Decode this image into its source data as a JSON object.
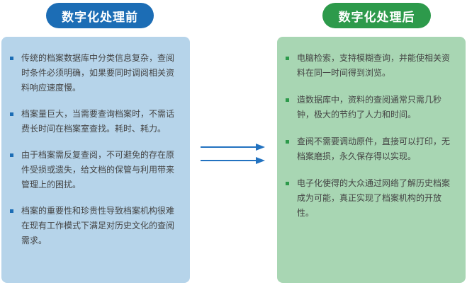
{
  "colors": {
    "before_accent": "#1c6db5",
    "before_panel": "#b6d4ea",
    "after_accent": "#2d9a4b",
    "after_panel": "#a8d6b3",
    "arrow": "#2272c0"
  },
  "before": {
    "title": "数字化处理前",
    "items": [
      "传统的档案数据库中分类信息复杂，查阅时条件必须明确，如果要同时调阅相关资料响应速度慢。",
      "档案量巨大，当需要查询档案时，不需话费长时间在档案室查找。耗时、耗力。",
      "由于档案需反复查阅，不可避免的存在原件受损或遗失，给文档的保管与利用带来管理上的困扰。",
      "档案的重要性和珍贵性导致档案机构很难在现有工作模式下满足对历史文化的查阅需求。"
    ]
  },
  "after": {
    "title": "数字化处理后",
    "items": [
      "电脑检索，支持模糊查询，并能使相关资料在同一时间得到浏览。",
      "造数据库中，资料的查阅通常只需几秒钟，极大的节约了人力和时间。",
      "查阅不需要调动原件，直接可以打印，无档案磨损，永久保存得以实现。",
      "电子化使得的大众通过网络了解历史档案成为可能，真正实现了档案机构的开放性。"
    ]
  }
}
